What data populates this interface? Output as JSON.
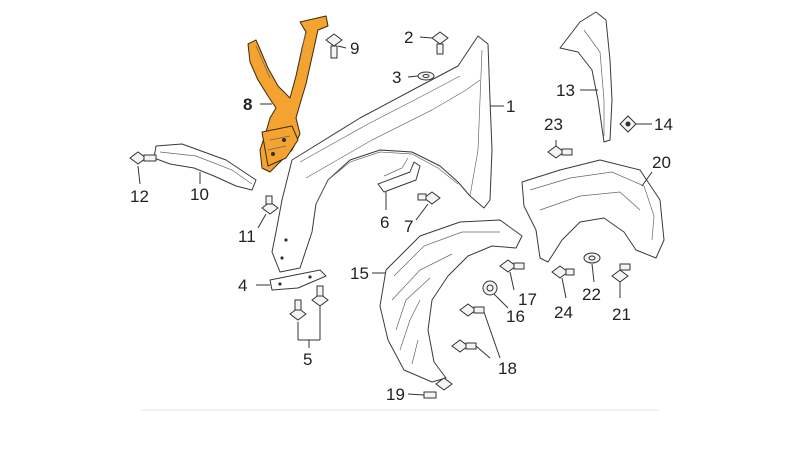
{
  "diagram": {
    "highlight_color": "#f4a330",
    "line_color": "#333333",
    "background": "#ffffff",
    "callouts": [
      {
        "id": "1",
        "label": "1"
      },
      {
        "id": "2",
        "label": "2"
      },
      {
        "id": "3",
        "label": "3"
      },
      {
        "id": "4",
        "label": "4"
      },
      {
        "id": "5",
        "label": "5"
      },
      {
        "id": "6",
        "label": "6"
      },
      {
        "id": "7",
        "label": "7"
      },
      {
        "id": "8",
        "label": "8",
        "highlighted": true
      },
      {
        "id": "9",
        "label": "9"
      },
      {
        "id": "10",
        "label": "10"
      },
      {
        "id": "11",
        "label": "11"
      },
      {
        "id": "12",
        "label": "12"
      },
      {
        "id": "13",
        "label": "13"
      },
      {
        "id": "14",
        "label": "14"
      },
      {
        "id": "15",
        "label": "15"
      },
      {
        "id": "16",
        "label": "16"
      },
      {
        "id": "17",
        "label": "17"
      },
      {
        "id": "18",
        "label": "18"
      },
      {
        "id": "19",
        "label": "19"
      },
      {
        "id": "20",
        "label": "20"
      },
      {
        "id": "21",
        "label": "21"
      },
      {
        "id": "22",
        "label": "22"
      },
      {
        "id": "23",
        "label": "23"
      },
      {
        "id": "24",
        "label": "24"
      }
    ]
  }
}
